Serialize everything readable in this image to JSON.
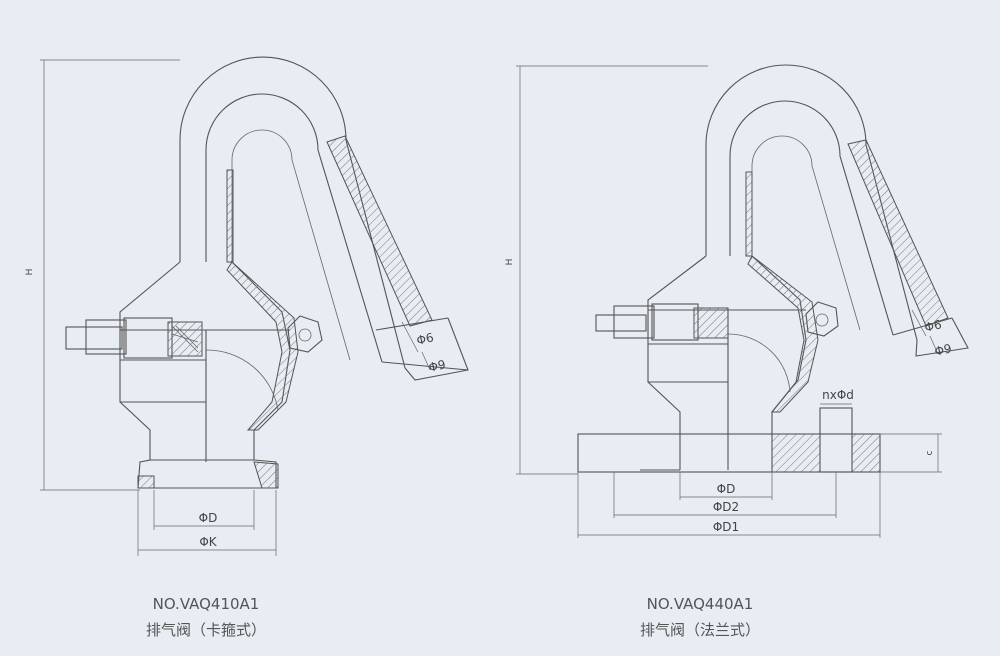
{
  "valve_a": {
    "model": "NO.VAQ410A1",
    "name": "排气阀（卡箍式）",
    "dims": {
      "height": "H",
      "inner_dia": "Φ6",
      "outer_dia": "Φ9",
      "bore": "ΦD",
      "clamp": "ΦK"
    }
  },
  "valve_b": {
    "model": "NO.VAQ440A1",
    "name": "排气阀（法兰式）",
    "dims": {
      "height": "H",
      "inner_dia": "Φ6",
      "outer_dia": "Φ9",
      "bolt_holes": "nxΦd",
      "thickness": "c",
      "bore": "ΦD",
      "bolt_circle": "ΦD2",
      "flange_dia": "ΦD1"
    }
  },
  "colors": {
    "background": "#e8ecf3",
    "line": "#555555",
    "hatch": "#777777"
  }
}
